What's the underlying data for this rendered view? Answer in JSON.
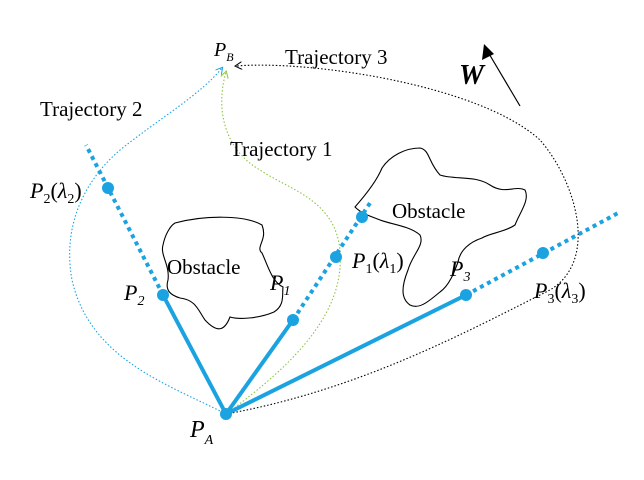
{
  "labels": {
    "pa": {
      "main": "P",
      "sub": "A"
    },
    "pb": {
      "main": "P",
      "sub": "B"
    },
    "p1": {
      "main": "P",
      "sub": "1"
    },
    "p2": {
      "main": "P",
      "sub": "2"
    },
    "p3": {
      "main": "P",
      "sub": "3"
    },
    "p1_lambda": {
      "main": "P",
      "sub": "1",
      "open": "(",
      "lambda": "λ",
      "lsub": "1",
      "close": ")"
    },
    "p2_lambda": {
      "main": "P",
      "sub": "2",
      "open": "(",
      "lambda": "λ",
      "lsub": "2",
      "close": ")"
    },
    "p3_lambda": {
      "main": "P",
      "sub": "3",
      "open": "(",
      "lambda": "λ",
      "lsub": "3",
      "close": ")"
    },
    "wind": "W"
  },
  "trajectories": {
    "t1": "Trajectory 1",
    "t2": "Trajectory 2",
    "t3": "Trajectory 3"
  },
  "obstacles": {
    "left": "Obstacle",
    "right": "Obstacle"
  },
  "colors": {
    "blue": "#1aa3e0",
    "traj1": "#8cc63f",
    "traj2": "#1aa3e0",
    "traj3": "#000000",
    "outline": "#000000"
  }
}
